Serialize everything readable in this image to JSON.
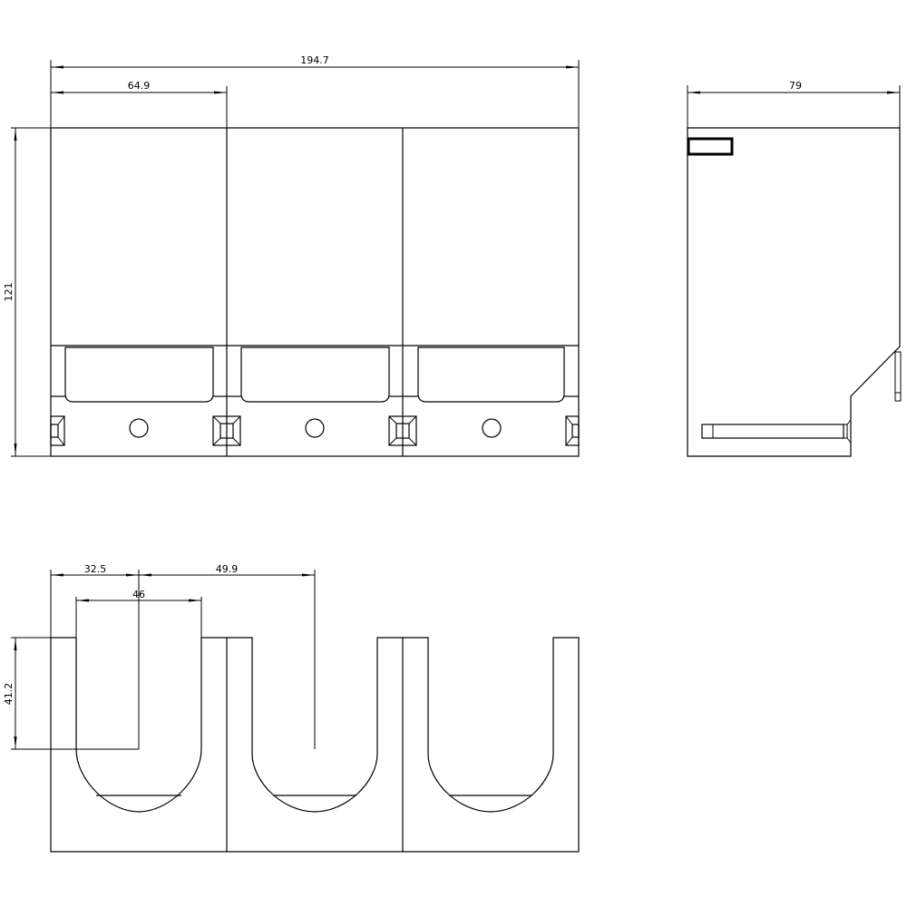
{
  "drawing": {
    "type": "technical-drawing",
    "subject": "three-pole terminal cover",
    "line_color": "#000000",
    "background": "#ffffff"
  },
  "front_view": {
    "overall_width": "194.7",
    "module_width": "64.9",
    "height": "121",
    "modules": 3
  },
  "side_view": {
    "depth": "79"
  },
  "bottom_view": {
    "offset_to_first_slot_center": "32.5",
    "slot_width": "46",
    "slot_pitch": "49.9",
    "slot_depth": "41.2",
    "slots": 3
  }
}
